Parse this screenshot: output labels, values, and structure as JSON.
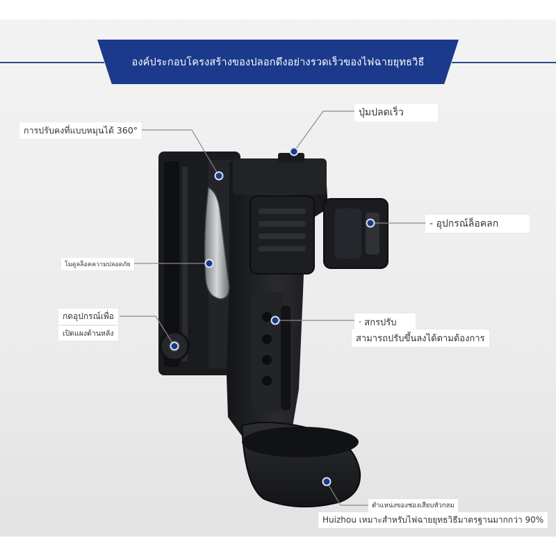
{
  "title": "องค์ประกอบโครงสร้างของปลอกดึงอย่างรวดเร็วของไฟฉายยุทธวิธี",
  "labels": {
    "rotation": "การปรับคงที่แบบหมุนได้ 360°",
    "quick_release": "ปุ่มปลดเร็ว",
    "lock_device": "- อุปกรณ์ล็อคลก",
    "safety_lock": "โมดูลล็อคความปลอดภัย",
    "back_panel_line1": "กดอุปกรณ์เพื่อ",
    "back_panel_line2": "เปิดแผงด้านหลัง",
    "adjust_title": "· สกรปรับ",
    "adjust_desc": "สามารถปรับขึ้นลงได้ตามต้องการ",
    "socket_position": "ตำแหน่งของช่องเสียบหัวกลม",
    "suitability": "Huizhou เหมาะสำหรับไฟฉายยุทธวิธีมาตรฐานมากกว่า 90%"
  },
  "colors": {
    "banner": "#1c3a8c",
    "dot": "#1c3a8c",
    "holster": "#1e1f22",
    "line": "#888888"
  },
  "icons": [
    "holster-product-image"
  ]
}
